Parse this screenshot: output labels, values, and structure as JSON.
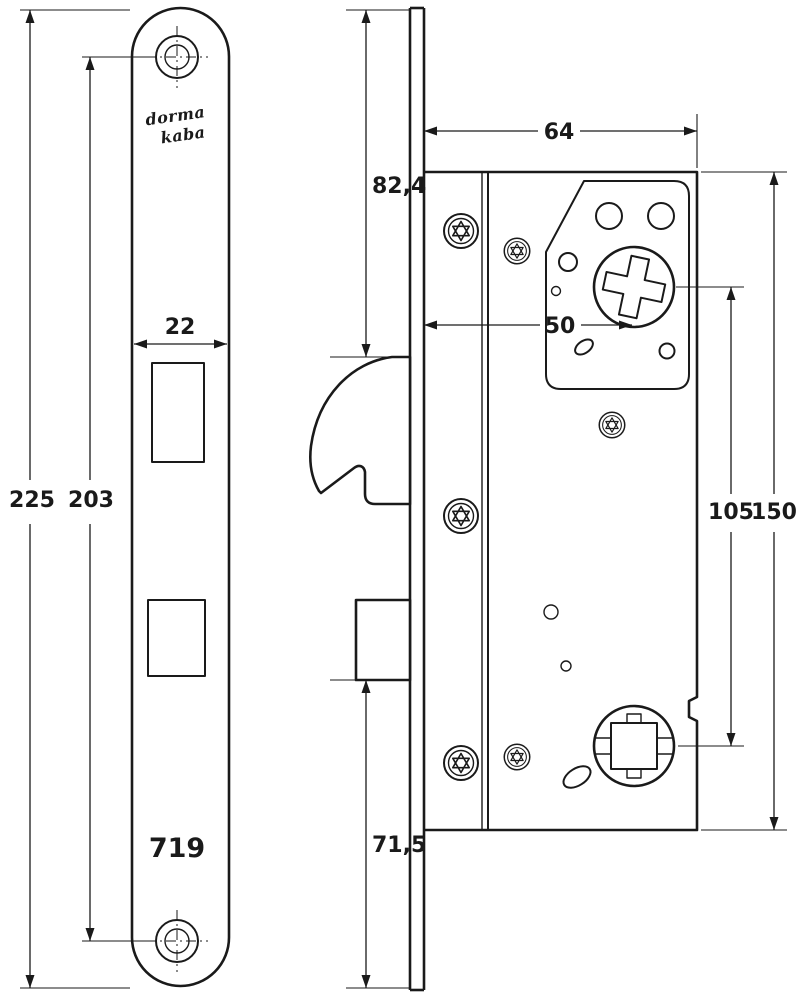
{
  "colors": {
    "ink": "#1a1a1a",
    "background": "#ffffff"
  },
  "drawing": {
    "brand": {
      "line1": "dorma",
      "line2": "kaba"
    },
    "model": "719",
    "dimensions": {
      "overall_height": "225",
      "fixing_hole_spacing": "203",
      "faceplate_width": "22",
      "top_to_latch": "82,4",
      "deadbolt_to_bottom": "71,5",
      "case_depth": "64",
      "backset": "50",
      "cylinder_to_follower": "105",
      "case_height": "150"
    }
  }
}
